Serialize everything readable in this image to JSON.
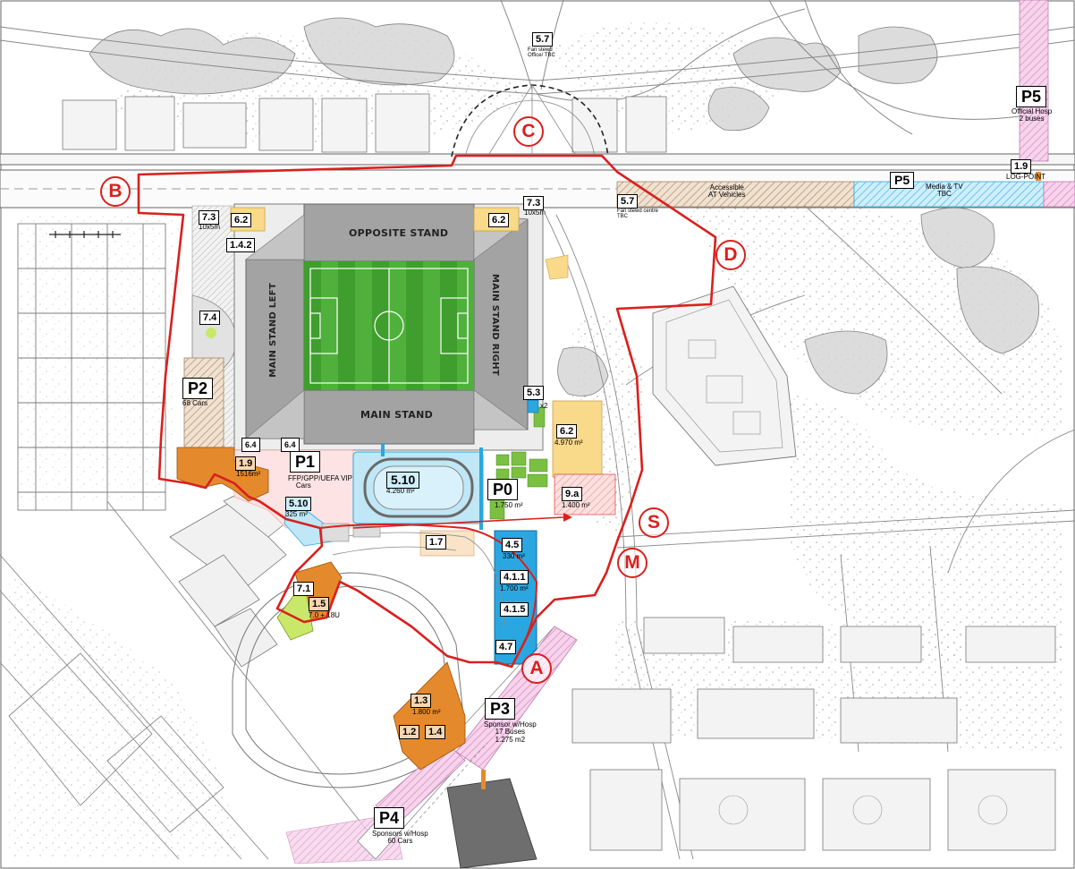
{
  "colors": {
    "perimeter": "#d9201e",
    "pitch": "#4fb03b",
    "stand": "#9a9a9a",
    "compound_orange": "#e58a2c",
    "compound_blue": "#2aa7e0",
    "light_blue": "#bfe7f5",
    "pink": "#f6b6b4",
    "yellow": "#f9d98a",
    "hatch_brown": "#c8a17a",
    "hatch_pink": "#e9a6d4",
    "lime": "#c9e86a"
  },
  "gates": {
    "A": "A",
    "B": "B",
    "C": "C",
    "D": "D",
    "S": "S",
    "M": "M"
  },
  "stands": {
    "opposite": "OPPOSITE STAND",
    "main": "MAIN STAND",
    "left": "MAIN STAND LEFT",
    "right": "MAIN STAND RIGHT"
  },
  "zones": {
    "z57_top": {
      "code": "5.7",
      "note": "Fan stewd\nOffice/ TBC"
    },
    "z57_road": {
      "code": "5.7",
      "note": "Fan stewd centre\nTBC"
    },
    "p5_top": {
      "code": "P5",
      "note": "Official Hosp\n2 buses"
    },
    "z19_top": {
      "code": "1.9",
      "note": "LOG-POINT"
    },
    "p5_road": {
      "code": "P5",
      "note": "Media & TV\nTBC"
    },
    "accessible": {
      "note": "Accessible\nAT Vehicles"
    },
    "z73_left": {
      "code": "7.3",
      "note": "10x5m"
    },
    "z73_right": {
      "code": "7.3",
      "note": "10x5m"
    },
    "z62_left": {
      "code": "6.2"
    },
    "z62_right": {
      "code": "6.2"
    },
    "z142": {
      "code": "1.4.2"
    },
    "z74": {
      "code": "7.4"
    },
    "p2": {
      "code": "P2",
      "note": "68 Cars"
    },
    "z64a": {
      "code": "6.4"
    },
    "z64b": {
      "code": "6.4"
    },
    "z19": {
      "code": "1.9",
      "note": "1516m²"
    },
    "p1": {
      "code": "P1",
      "note": "FFP/GPP/UEFA VIP\n    Cars"
    },
    "z510_main": {
      "code": "5.10",
      "note": "4.260 m²"
    },
    "z510_small": {
      "code": "5.10",
      "note": "325 m²"
    },
    "p0": {
      "code": "P0",
      "note": "1.750 m²"
    },
    "z53": {
      "code": "5.3",
      "note": "x2"
    },
    "z62_big": {
      "code": "6.2",
      "note": "4.970 m²"
    },
    "z9a": {
      "code": "9.a",
      "note": "1.400 m²"
    },
    "z17": {
      "code": "1.7"
    },
    "z45": {
      "code": "4.5",
      "note": "330 m²"
    },
    "z411": {
      "code": "4.1.1",
      "note": "1.700 m²"
    },
    "z415": {
      "code": "4.1.5"
    },
    "z47": {
      "code": "4.7"
    },
    "z71": {
      "code": "7.1"
    },
    "z15": {
      "code": "1.5",
      "note": "7.0 + 18U"
    },
    "z13": {
      "code": "1.3",
      "note": "1.800 m²"
    },
    "z12": {
      "code": "1.2"
    },
    "z14": {
      "code": "1.4"
    },
    "p3": {
      "code": "P3",
      "note": "Sponsor w/Hosp\n17 Buses\n1.275 m2"
    },
    "p4": {
      "code": "P4",
      "note": "Sponsors w/Hosp\n60 Cars"
    }
  }
}
